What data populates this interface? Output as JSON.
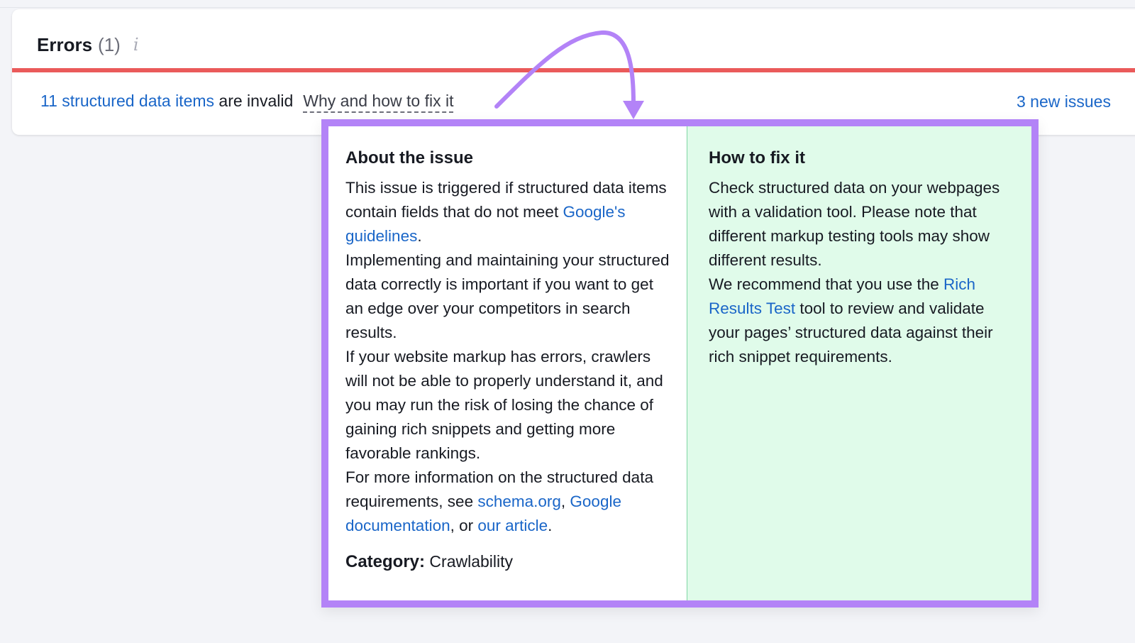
{
  "errors_card": {
    "title": "Errors",
    "count": "(1)",
    "info_icon": "info-icon",
    "status_color": "#ea5a5a",
    "issue_link": "11 structured data items",
    "issue_text": " are invalid",
    "why_link": "Why and how to fix it",
    "new_issues": "3 new issues"
  },
  "popover": {
    "border_color": "#b383f7",
    "about": {
      "heading": "About the issue",
      "p1_text1": "This issue is triggered if structured data items contain fields that do not meet ",
      "p1_link": "Google's guidelines",
      "p1_text2": ".",
      "p2": "Implementing and maintaining your structured data correctly is important if you want to get an edge over your competitors in search results.",
      "p3": "If your website markup has errors, crawlers will not be able to properly understand it, and you may run the risk of losing the chance of gaining rich snippets and getting more favorable rankings.",
      "p4_text1": "For more information on the structured data requirements, see ",
      "p4_link1": "schema.org",
      "p4_text2": ", ",
      "p4_link2": "Google documentation",
      "p4_text3": ", or ",
      "p4_link3": "our article",
      "p4_text4": ".",
      "category_label": "Category:",
      "category_value": " Crawlability"
    },
    "fix": {
      "heading": "How to fix it",
      "p1": "Check structured data on your webpages with a validation tool. Please note that different markup testing tools may show different results.",
      "p2_text1": "We recommend that you use the ",
      "p2_link": "Rich Results Test",
      "p2_text2": " tool to review and validate your pages’ structured data against their rich snippet requirements."
    }
  },
  "annotation": {
    "arrow_color": "#b383f7"
  }
}
